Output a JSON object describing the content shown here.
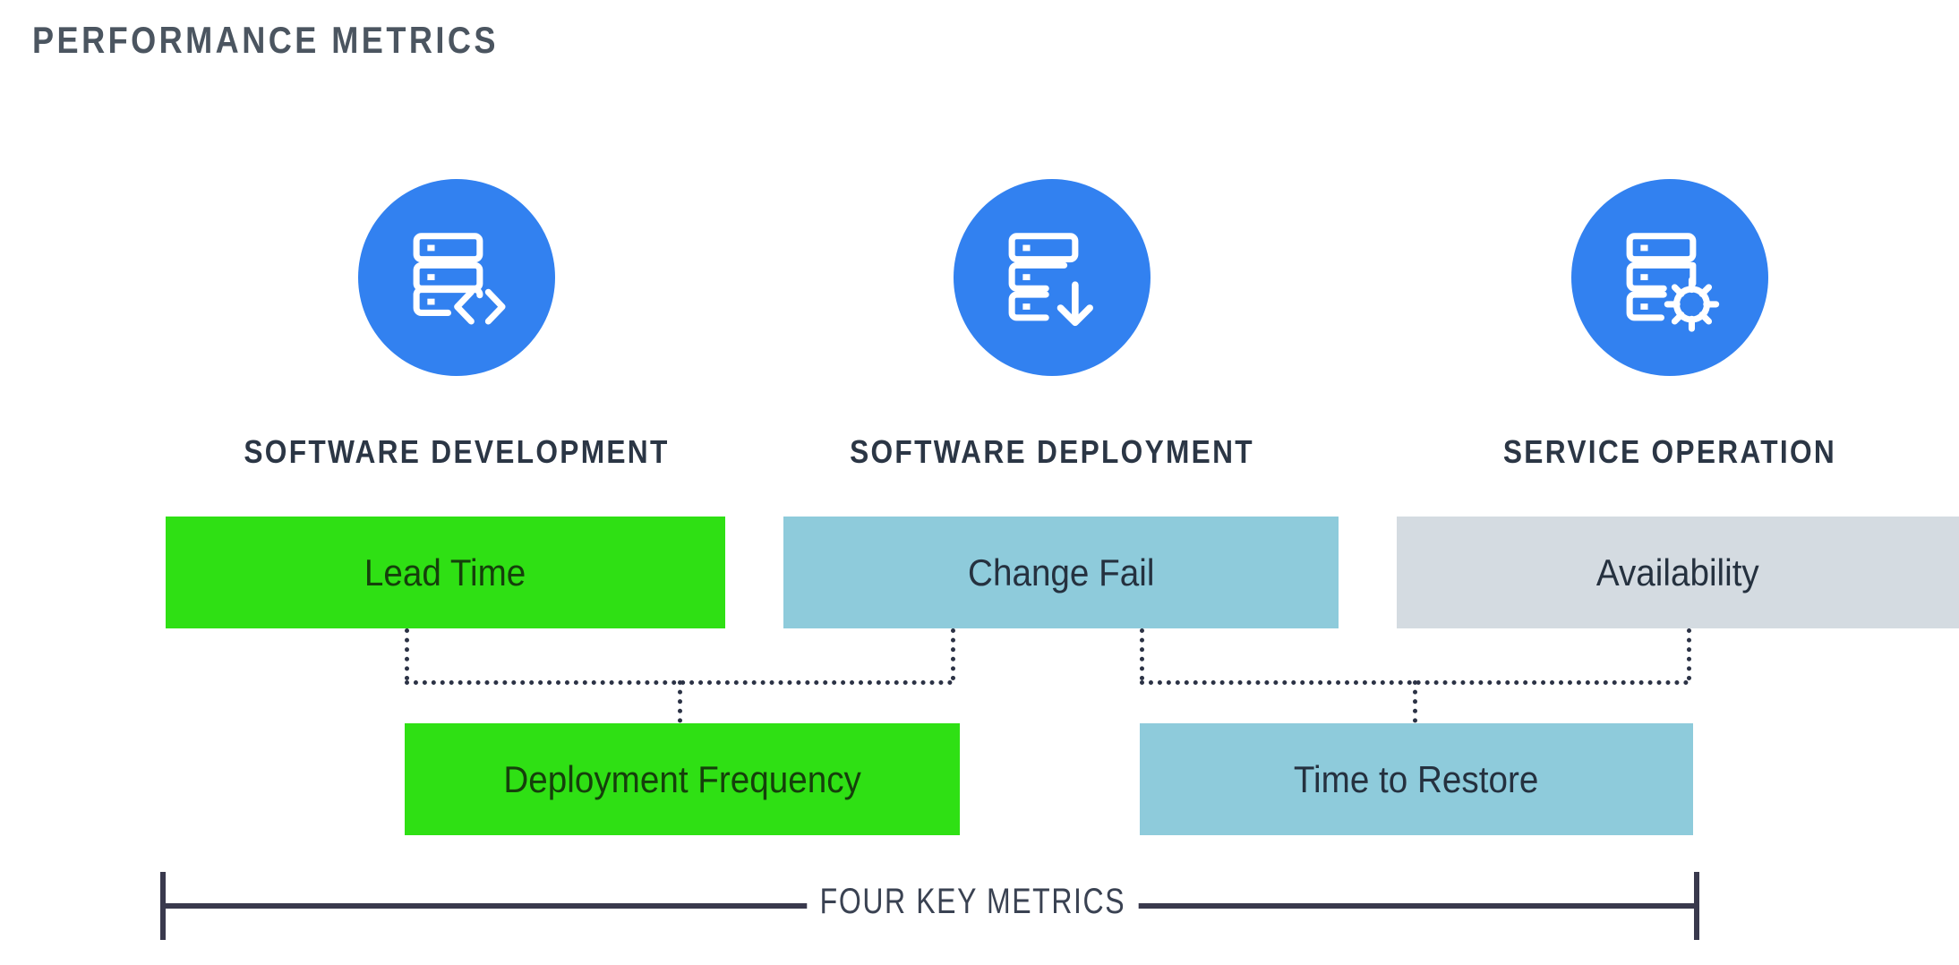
{
  "page": {
    "title": "PERFORMANCE METRICS",
    "background": "#FFFFFF",
    "title_color": "#4B5560"
  },
  "colors": {
    "icon_circle_blue": "#3281F0",
    "heading_navy": "#2B3645",
    "bar_green": "#2FE014",
    "bar_teal": "#8ECBDB",
    "bar_grey": "#D4DBE1",
    "connector_dark": "#2B3245",
    "bracket_dark": "#39394D"
  },
  "columns": [
    {
      "heading": "SOFTWARE DEVELOPMENT",
      "icon": "server-code-icon"
    },
    {
      "heading": "SOFTWARE DEPLOYMENT",
      "icon": "server-download-icon"
    },
    {
      "heading": "SERVICE OPERATION",
      "icon": "server-gear-icon"
    }
  ],
  "metrics": {
    "row_top": [
      {
        "label": "Lead Time",
        "color_key": "bar_green"
      },
      {
        "label": "Change Fail",
        "color_key": "bar_teal"
      },
      {
        "label": "Availability",
        "color_key": "bar_grey"
      }
    ],
    "row_bottom": [
      {
        "label": "Deployment Frequency",
        "color_key": "bar_green"
      },
      {
        "label": "Time to Restore",
        "color_key": "bar_teal"
      }
    ]
  },
  "bracket": {
    "label": "FOUR KEY METRICS"
  }
}
